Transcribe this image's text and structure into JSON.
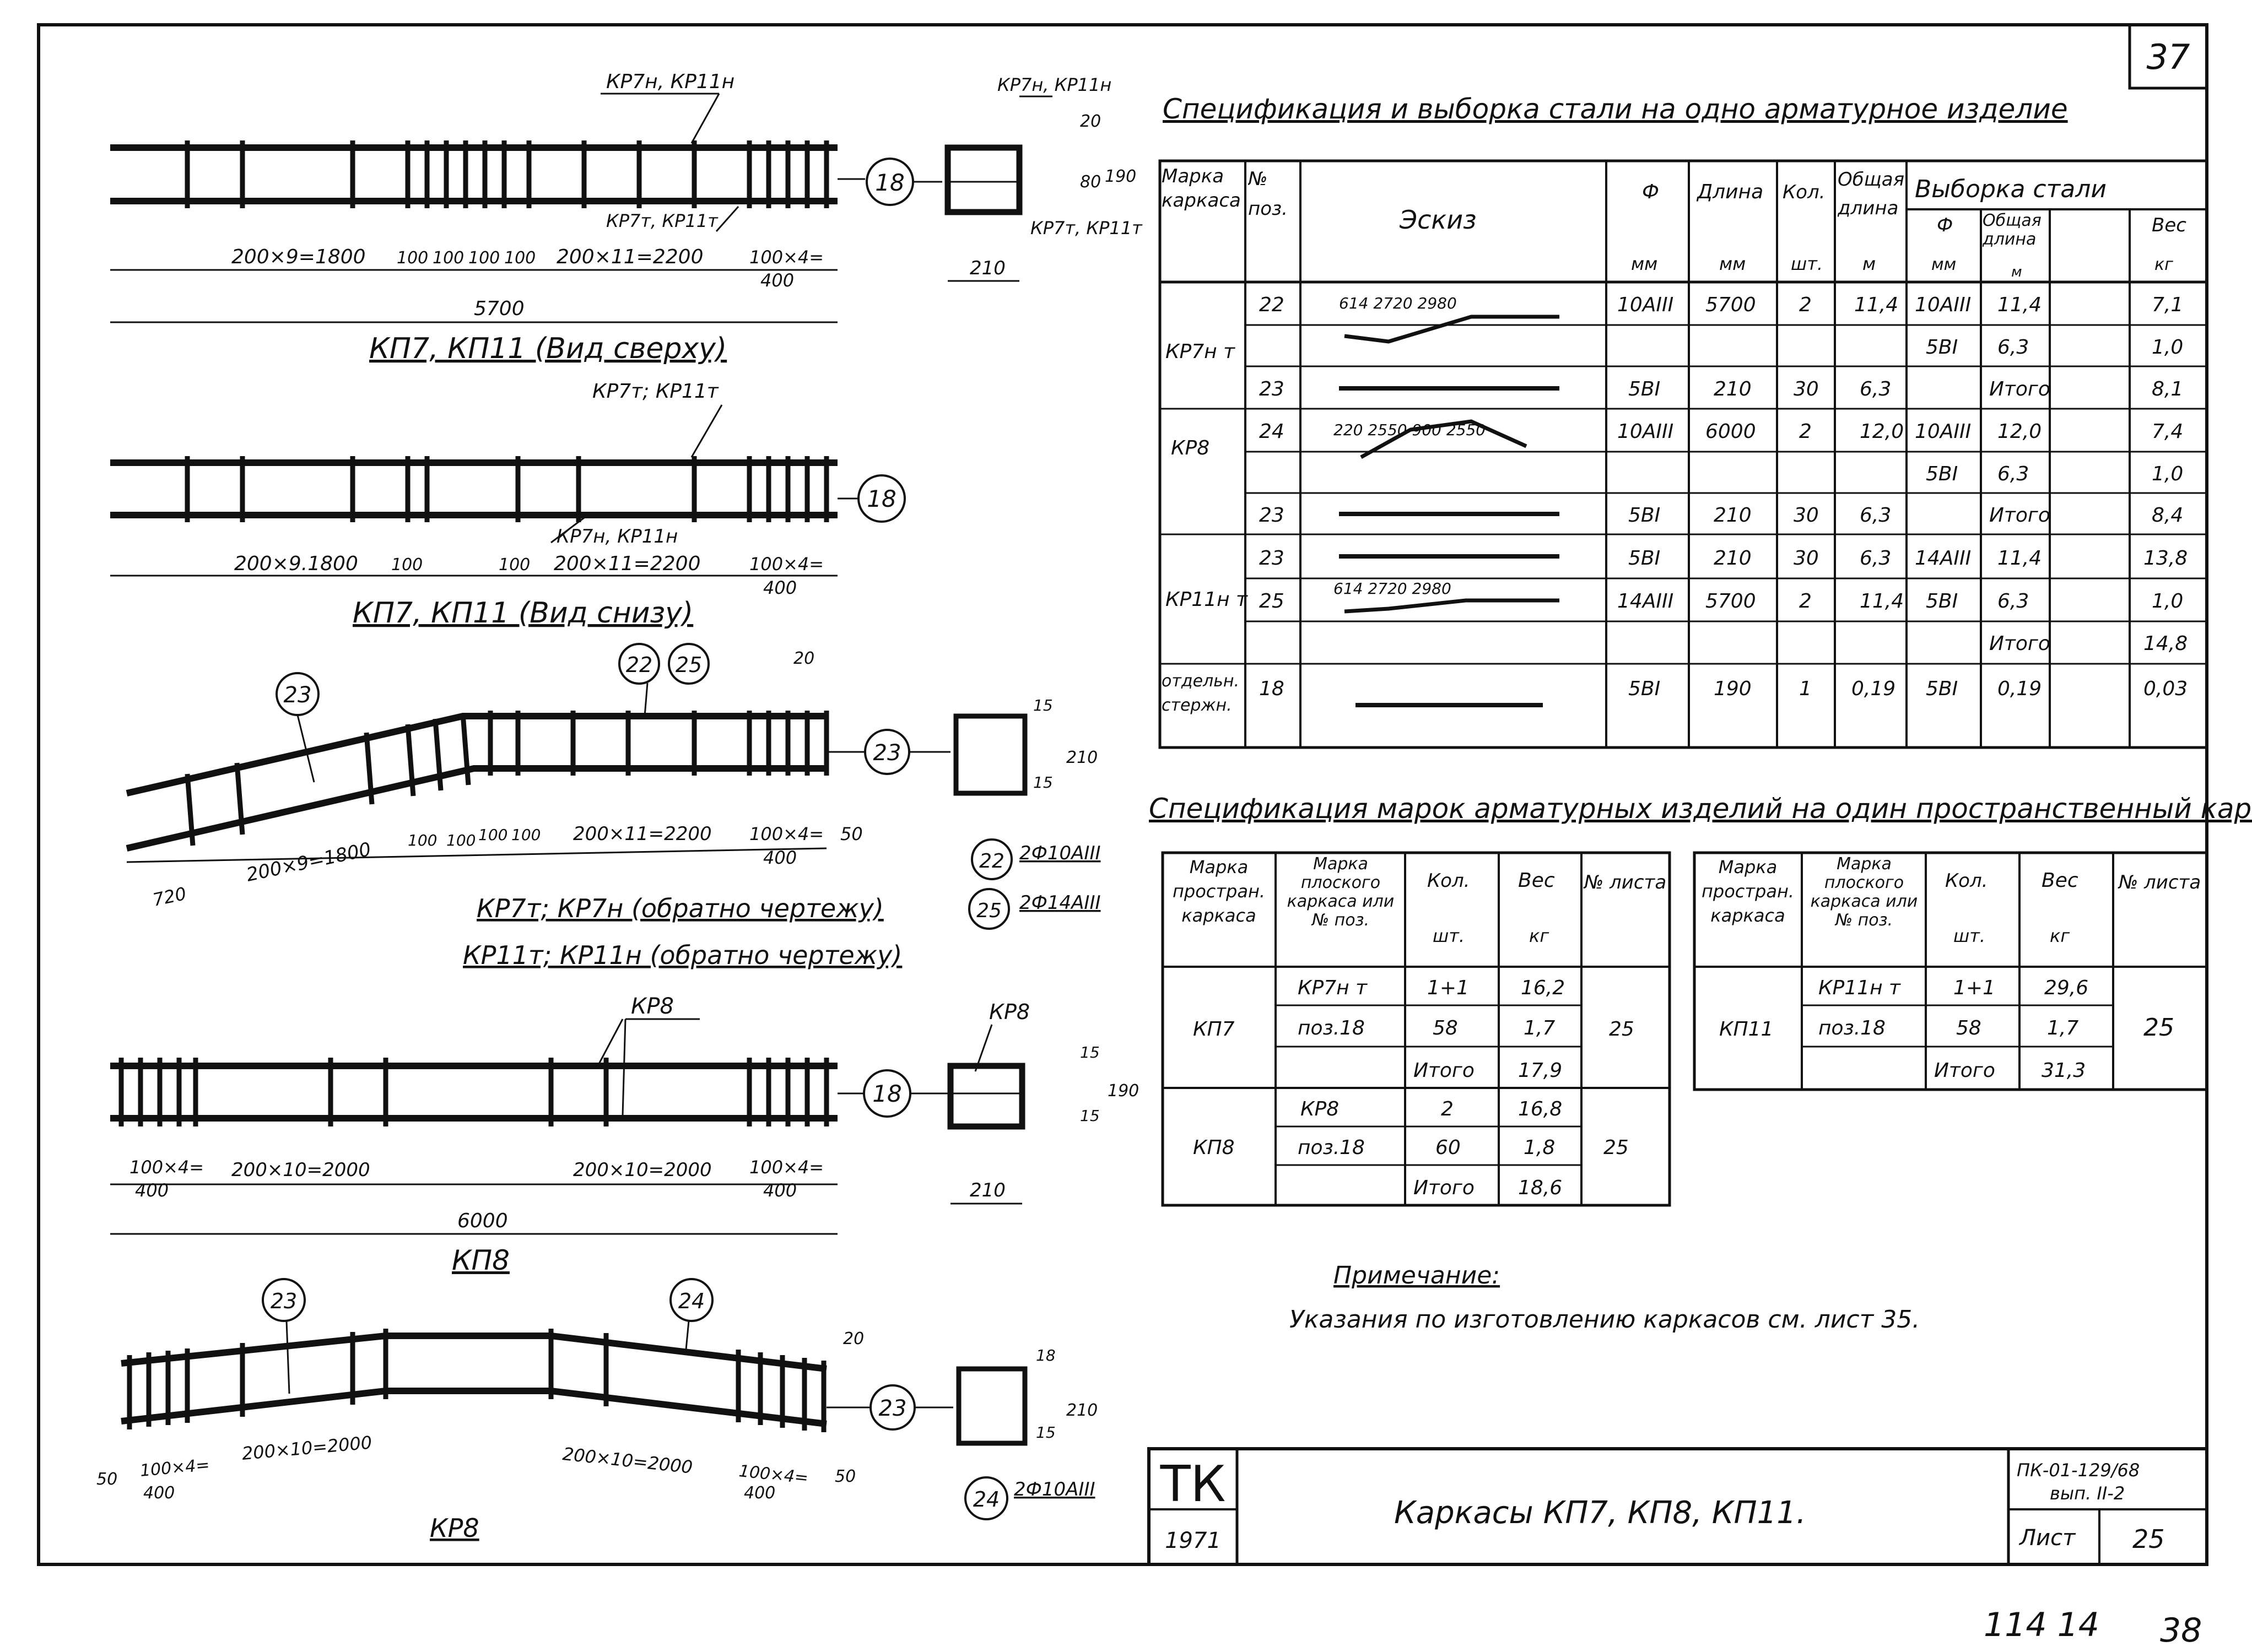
{
  "sheet": {
    "top_number": "37",
    "bottom_number": "114 14",
    "bottom_page": "38"
  },
  "drawings": {
    "kp7_top": {
      "caption": "КП7, КП11 (Вид сверху)",
      "label_top": "КР7н, КР11н",
      "label_mid": "КР7т, КР11т",
      "dim1": "200×9=1800",
      "dim2a": "100",
      "dim2b": "100",
      "dim2c": "100",
      "dim2d": "100",
      "dim3": "200×11=2200",
      "dim4a": "100×4=",
      "dim4b": "400",
      "overall": "5700",
      "circle": "18",
      "sec_label_top": "КР7н, КР11н",
      "sec_label_bottom": "КР7т, КР11т",
      "sec_d1": "20",
      "sec_d2": "80",
      "sec_d3": "190",
      "sec_width": "210"
    },
    "kp7_bottom": {
      "caption": "КП7, КП11 (Вид снизу)",
      "label_top": "КР7т; КР11т",
      "label_mid": "КР7н, КР11н",
      "dim1": "200×9.1800",
      "dim2": "100",
      "dim3": "100",
      "dim4": "200×11=2200",
      "dim5a": "100×4=",
      "dim5b": "400",
      "circle": "18"
    },
    "kr7_bent": {
      "circle_left": "23",
      "circle_a": "22",
      "circle_b": "25",
      "circle_right": "23",
      "dim_top": "20",
      "dim_720": "720",
      "dim1": "200×9=1800",
      "dim2": "100",
      "dim3": "100",
      "dim4": "100",
      "dim5": "100",
      "dim6": "200×11=2200",
      "dim7a": "100×4=",
      "dim7b": "400",
      "dim_50": "50",
      "caption1": "КР7т; КР7н (обратно чертежу)",
      "caption2": "КР11т; КР11н (обратно чертежу)",
      "sec_d1": "15",
      "sec_d2": "15",
      "sec_d3": "210",
      "legend1_circle": "22",
      "legend1_text": "2Ф10АIII",
      "legend2_circle": "25",
      "legend2_text": "2Ф14АIII"
    },
    "kp8": {
      "label": "КР8",
      "dim1a": "100×4=",
      "dim1b": "400",
      "dim2": "200×10=2000",
      "dim3": "200×10=2000",
      "dim4a": "100×4=",
      "dim4b": "400",
      "overall": "6000",
      "caption": "КП8",
      "circle": "18",
      "sec_label": "КР8",
      "sec_d1": "15",
      "sec_d2": "15",
      "sec_d3": "190",
      "sec_width": "210"
    },
    "kr8": {
      "circle_left": "23",
      "circle_right": "24",
      "circle_end": "23",
      "dim_50_left": "50",
      "dim1a": "100×4=",
      "dim1b": "400",
      "dim2": "200×10=2000",
      "dim3": "200×10=2000",
      "dim4a": "100×4=",
      "dim4b": "400",
      "dim_50_right": "50",
      "dim_20": "20",
      "caption": "КР8",
      "sec_d1": "18",
      "sec_d2": "15",
      "sec_d3": "210",
      "legend_circle": "24",
      "legend_text": "2Ф10АIII"
    }
  },
  "spec_table": {
    "title": "Спецификация и выборка стали на одно арматурное изделие",
    "headers": {
      "mark": "Марка каркаса",
      "pos": "№ поз.",
      "sketch": "Эскиз",
      "phi": "Ф",
      "phi_unit": "мм",
      "length": "Длина",
      "length_unit": "мм",
      "qty": "Кол.",
      "qty_unit": "шт.",
      "total_len": "Общая длина",
      "total_len_unit": "м",
      "selection": "Выборка стали",
      "sel_phi": "Ф",
      "sel_phi_unit": "мм",
      "sel_total": "Общая длина",
      "sel_total_unit": "м",
      "sel_weight": "Вес",
      "sel_weight_unit": "кг"
    },
    "rows": [
      {
        "mark": "КР7н т",
        "pos": "22",
        "sketch": "614  2720  2980",
        "phi": "10АIII",
        "len": "5700",
        "qty": "2",
        "total": "11,4",
        "s_phi": "10АIII",
        "s_total": "11,4",
        "s_w": "7,1"
      },
      {
        "mark": "",
        "pos": "",
        "sketch": "",
        "phi": "",
        "len": "",
        "qty": "",
        "total": "",
        "s_phi": "5ВI",
        "s_total": "6,3",
        "s_w": "1,0"
      },
      {
        "mark": "",
        "pos": "23",
        "sketch": "",
        "phi": "5ВI",
        "len": "210",
        "qty": "30",
        "total": "6,3",
        "s_phi": "",
        "s_total": "Итого",
        "s_w": "8,1"
      },
      {
        "mark": "КР8",
        "pos": "24",
        "sketch": "220  2550  900  2550",
        "phi": "10АIII",
        "len": "6000",
        "qty": "2",
        "total": "12,0",
        "s_phi": "10АIII",
        "s_total": "12,0",
        "s_w": "7,4"
      },
      {
        "mark": "",
        "pos": "",
        "sketch": "",
        "phi": "",
        "len": "",
        "qty": "",
        "total": "",
        "s_phi": "5ВI",
        "s_total": "6,3",
        "s_w": "1,0"
      },
      {
        "mark": "",
        "pos": "23",
        "sketch": "",
        "phi": "5ВI",
        "len": "210",
        "qty": "30",
        "total": "6,3",
        "s_phi": "",
        "s_total": "Итого",
        "s_w": "8,4"
      },
      {
        "mark": "КР11н т",
        "pos": "23",
        "sketch": "",
        "phi": "5ВI",
        "len": "210",
        "qty": "30",
        "total": "6,3",
        "s_phi": "14АIII",
        "s_total": "11,4",
        "s_w": "13,8"
      },
      {
        "mark": "",
        "pos": "25",
        "sketch": "614  2720  2980",
        "phi": "14АIII",
        "len": "5700",
        "qty": "2",
        "total": "11,4",
        "s_phi": "5ВI",
        "s_total": "6,3",
        "s_w": "1,0"
      },
      {
        "mark": "",
        "pos": "",
        "sketch": "",
        "phi": "",
        "len": "",
        "qty": "",
        "total": "",
        "s_phi": "",
        "s_total": "Итого",
        "s_w": "14,8"
      },
      {
        "mark": "отдельн. стержн.",
        "pos": "18",
        "sketch": "",
        "phi": "5ВI",
        "len": "190",
        "qty": "1",
        "total": "0,19",
        "s_phi": "5ВI",
        "s_total": "0,19",
        "s_w": "0,03"
      }
    ]
  },
  "marks_table": {
    "title": "Спецификация марок арматурных изделий на один пространственный каркас",
    "headers": {
      "space": "Марка простран. каркаса",
      "flat": "Марка плоского каркаса или № поз.",
      "qty": "Кол.",
      "qty_unit": "шт.",
      "weight": "Вес",
      "weight_unit": "кг",
      "sheet": "№ листа"
    },
    "left": [
      {
        "space": "КП7",
        "flat": "КР7н т",
        "qty": "1+1",
        "w": "16,2",
        "sheet": "25"
      },
      {
        "space": "",
        "flat": "поз.18",
        "qty": "58",
        "w": "1,7",
        "sheet": ""
      },
      {
        "space": "",
        "flat": "",
        "qty": "Итого",
        "w": "17,9",
        "sheet": ""
      },
      {
        "space": "КП8",
        "flat": "КР8",
        "qty": "2",
        "w": "16,8",
        "sheet": "25"
      },
      {
        "space": "",
        "flat": "поз.18",
        "qty": "60",
        "w": "1,8",
        "sheet": ""
      },
      {
        "space": "",
        "flat": "",
        "qty": "Итого",
        "w": "18,6",
        "sheet": ""
      }
    ],
    "right": [
      {
        "space": "КП11",
        "flat": "КР11н т",
        "qty": "1+1",
        "w": "29,6",
        "sheet": "25"
      },
      {
        "space": "",
        "flat": "поз.18",
        "qty": "58",
        "w": "1,7",
        "sheet": ""
      },
      {
        "space": "",
        "flat": "",
        "qty": "Итого",
        "w": "31,3",
        "sheet": ""
      }
    ]
  },
  "note": {
    "title": "Примечание:",
    "text": "Указания по изготовлению каркасов см. лист 35."
  },
  "stamp": {
    "org": "ТК",
    "year": "1971",
    "title": "Каркасы КП7, КП8, КП11.",
    "series": "ПК-01-129/68",
    "issue": "вып. II-2",
    "sheet_label": "Лист",
    "sheet_no": "25"
  }
}
